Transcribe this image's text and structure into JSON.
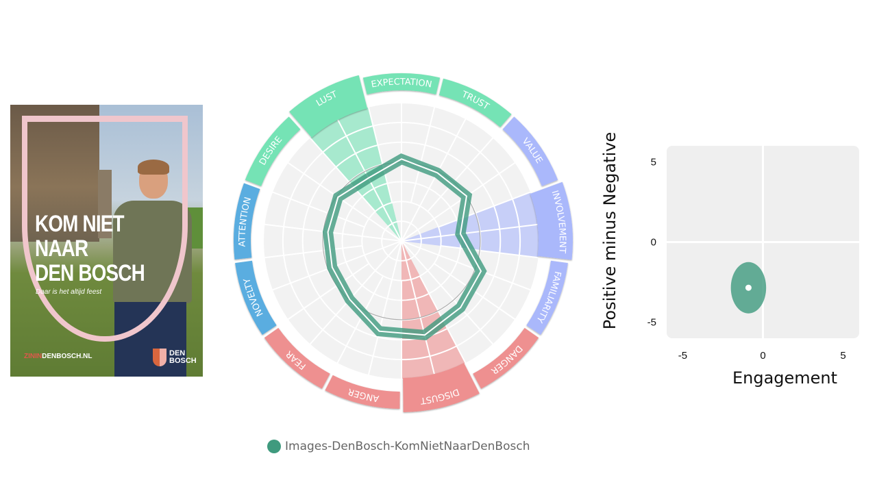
{
  "poster": {
    "title_lines": [
      "KOM NIET",
      "NAAR",
      "DEN BOSCH"
    ],
    "subtitle": "Daar is het altijd feest",
    "url_prefix": "ZININ",
    "url_rest": "DENBOSCH.NL",
    "logo_line1": "DEN",
    "logo_line2": "BOSCH"
  },
  "colors": {
    "series": "#3f9a7e",
    "green": "#74e3b5",
    "blue_light": "#aab8fb",
    "blue_dark": "#5aade0",
    "red": "#ee9090",
    "grid_bg": "#f2f2f2",
    "panel_bg": "#efefef"
  },
  "chart_data": [
    {
      "type": "radar",
      "categories": [
        {
          "label": "EXPECTATION",
          "group": "green",
          "highlight": false
        },
        {
          "label": "TRUST",
          "group": "green",
          "highlight": false
        },
        {
          "label": "VALUE",
          "group": "blue_light",
          "highlight": false
        },
        {
          "label": "INVOLVEMENT",
          "group": "blue_light",
          "highlight": true
        },
        {
          "label": "FAMILIARITY",
          "group": "blue_light",
          "highlight": false
        },
        {
          "label": "DANGER",
          "group": "red",
          "highlight": false
        },
        {
          "label": "DISGUST",
          "group": "red",
          "highlight": true
        },
        {
          "label": "ANGER",
          "group": "red",
          "highlight": false
        },
        {
          "label": "FEAR",
          "group": "red",
          "highlight": false
        },
        {
          "label": "NOVELTY",
          "group": "blue_dark",
          "highlight": false
        },
        {
          "label": "ATTENTION",
          "group": "blue_dark",
          "highlight": false
        },
        {
          "label": "DESIRE",
          "group": "green",
          "highlight": false
        },
        {
          "label": "LUST",
          "group": "green",
          "highlight": true
        }
      ],
      "rmax": 7,
      "baseline": 4,
      "series": [
        {
          "name": "Images-DenBosch-KomNietNaarDenBosch",
          "values": [
            4.15,
            3.9,
            4.0,
            3.0,
            4.3,
            4.5,
            4.9,
            4.7,
            3.95,
            3.75,
            3.75,
            3.9,
            3.6
          ]
        }
      ],
      "legend": "bottom"
    },
    {
      "type": "scatter",
      "xlabel": "Engagement",
      "ylabel": "Positive minus Negative",
      "xlim": [
        -6,
        6
      ],
      "ylim": [
        -6,
        6
      ],
      "xticks": [
        -5,
        0,
        5
      ],
      "yticks": [
        5,
        0,
        -5
      ],
      "points": [
        {
          "x": -0.9,
          "y": -2.85,
          "sx": 1.1,
          "sy": 1.6
        }
      ]
    }
  ]
}
